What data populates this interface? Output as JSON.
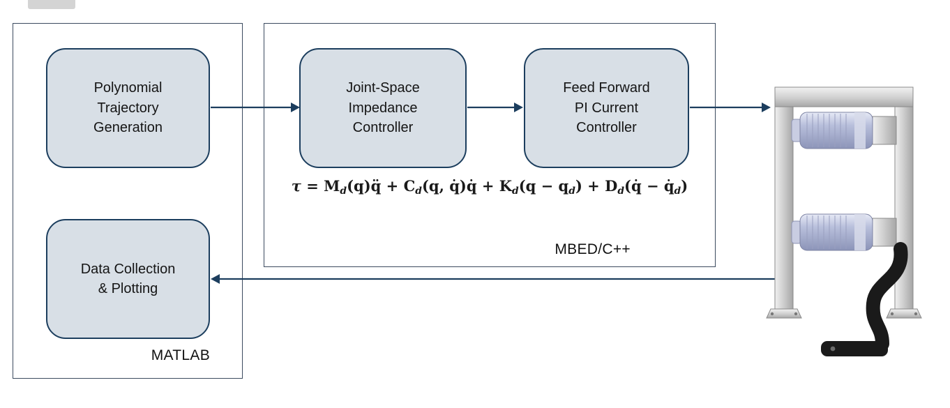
{
  "page": {
    "background": "#ffffff"
  },
  "diagram": {
    "matlab": {
      "label": "MATLAB",
      "blocks": [
        {
          "label": "Polynomial\nTrajectory\nGeneration"
        },
        {
          "label": "Data Collection\n& Plotting"
        }
      ]
    },
    "mbed": {
      "label": "MBED/C++",
      "blocks": [
        {
          "label": "Joint-Space\nImpedance\nController"
        },
        {
          "label": "Feed Forward\nPI Current\nController"
        }
      ]
    },
    "equation": {
      "plain": "τ = Md(q)q̈ + Cd(q, q̇)q̇ + Kd(q − qd) + Dd(q̇ − q̇d)",
      "tokens": [
        {
          "t": "τ",
          "i": 1
        },
        {
          "t": " = M"
        },
        {
          "t": "d",
          "sub": 1
        },
        {
          "t": "(q)q̈ + C"
        },
        {
          "t": "d",
          "sub": 1
        },
        {
          "t": "(q, q̇)q̇ + K"
        },
        {
          "t": "d",
          "sub": 1
        },
        {
          "t": "(q − q"
        },
        {
          "t": "d",
          "sub": 1
        },
        {
          "t": ") + D"
        },
        {
          "t": "d",
          "sub": 1
        },
        {
          "t": "(q̇ − q̇"
        },
        {
          "t": "d",
          "sub": 1
        },
        {
          "t": ")"
        }
      ]
    },
    "colors": {
      "block_fill": "#d8dfe6",
      "block_border": "#1c3e5e",
      "arrow": "#1c3e5e",
      "container_border": "#3b4a5e"
    }
  }
}
